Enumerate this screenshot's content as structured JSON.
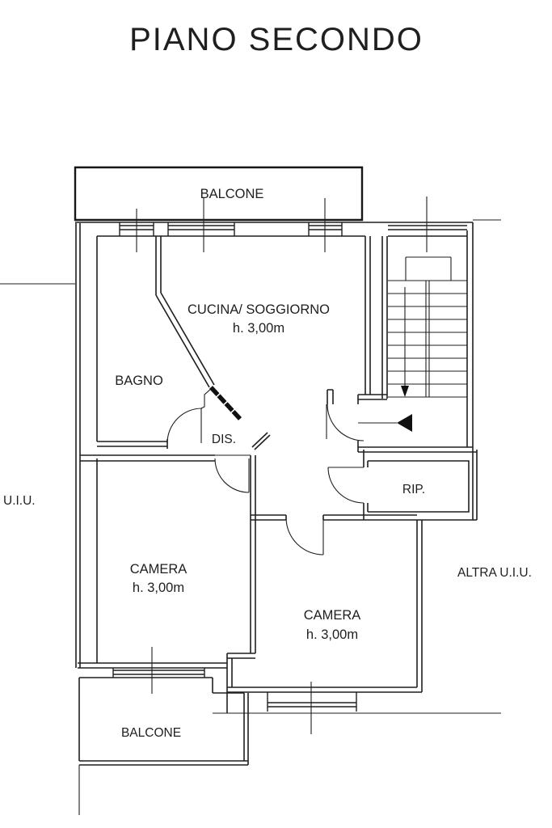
{
  "title": "PIANO SECONDO",
  "plan": {
    "balcone_top": "BALCONE",
    "cucina_label": "CUCINA/ SOGGIORNO",
    "cucina_height": "h. 3,00m",
    "bagno": "BAGNO",
    "dis": "DIS.",
    "rip": "RIP.",
    "camera_left_label": "CAMERA",
    "camera_left_height": "h. 3,00m",
    "camera_right_label": "CAMERA",
    "camera_right_height": "h. 3,00m",
    "balcone_bottom": "BALCONE",
    "left_unit": "U.I.U.",
    "right_unit": "ALTRA U.I.U."
  },
  "colors": {
    "line": "#1f1f1f",
    "background": "#ffffff"
  }
}
